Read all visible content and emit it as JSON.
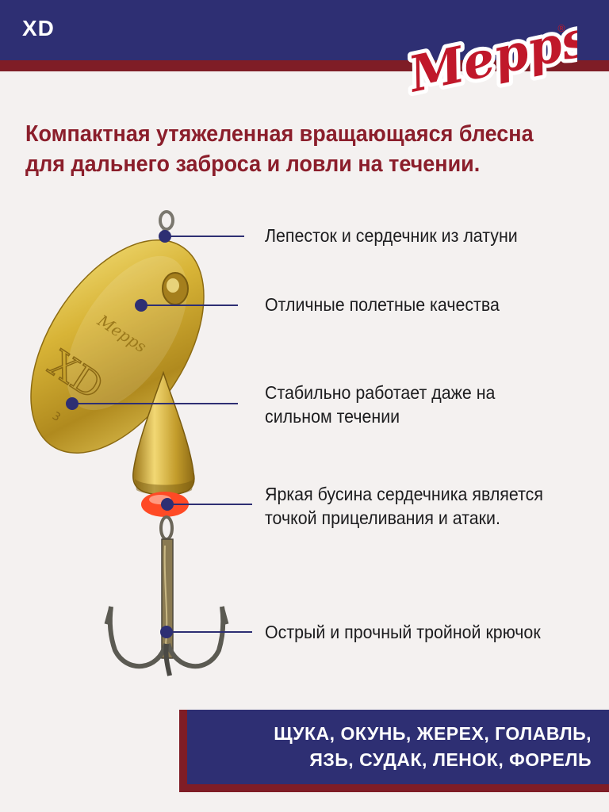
{
  "header": {
    "model_name": "XD",
    "brand": "Mepps",
    "registered_mark": "®",
    "colors": {
      "blue": "#2e2f73",
      "red": "#7f1d26"
    }
  },
  "tagline": {
    "line1": "Компактная утяжеленная вращающаяся блесна",
    "line2": "для дальнего заброса и ловли на течении."
  },
  "lure": {
    "blade_brand": "Mepps",
    "blade_model": "XD",
    "blade_size": "3"
  },
  "features": [
    {
      "line1": "Лепесток и сердечник из латуни",
      "line2": ""
    },
    {
      "line1": "Отличные полетные качества",
      "line2": ""
    },
    {
      "line1": "Стабильно работает даже на",
      "line2": "сильном течении"
    },
    {
      "line1": "Яркая бусина сердечника является",
      "line2": "точкой прицеливания и атаки."
    },
    {
      "line1": "Острый и прочный тройной крючок",
      "line2": ""
    }
  ],
  "species": {
    "line1": "ЩУКА, ОКУНЬ, ЖЕРЕХ, ГОЛАВЛЬ,",
    "line2": "ЯЗЬ, СУДАК, ЛЕНОК, ФОРЕЛЬ"
  }
}
